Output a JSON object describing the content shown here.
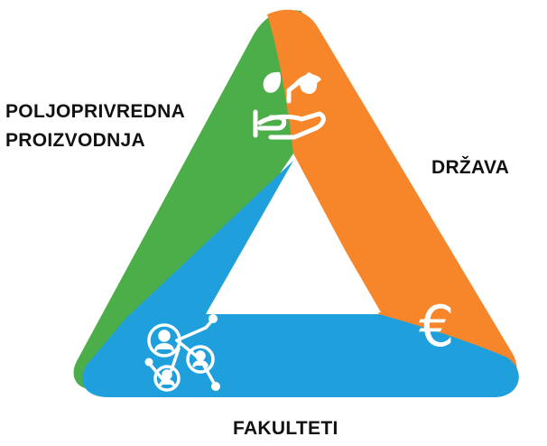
{
  "labels": {
    "agriculture_line1": "POLJOPRIVREDNA",
    "agriculture_line2": "PROIZVODNJA",
    "state": "DRŽAVA",
    "faculties": "FAKULTETI"
  },
  "symbols": {
    "currency": "€"
  },
  "icons": {
    "agriculture": "plant-in-hand-icon",
    "state": "euro-icon",
    "faculties": "people-network-icon"
  },
  "colors": {
    "agriculture": "#4cae48",
    "state": "#f7862a",
    "faculties": "#1fa0dc",
    "background": "#ffffff"
  }
}
